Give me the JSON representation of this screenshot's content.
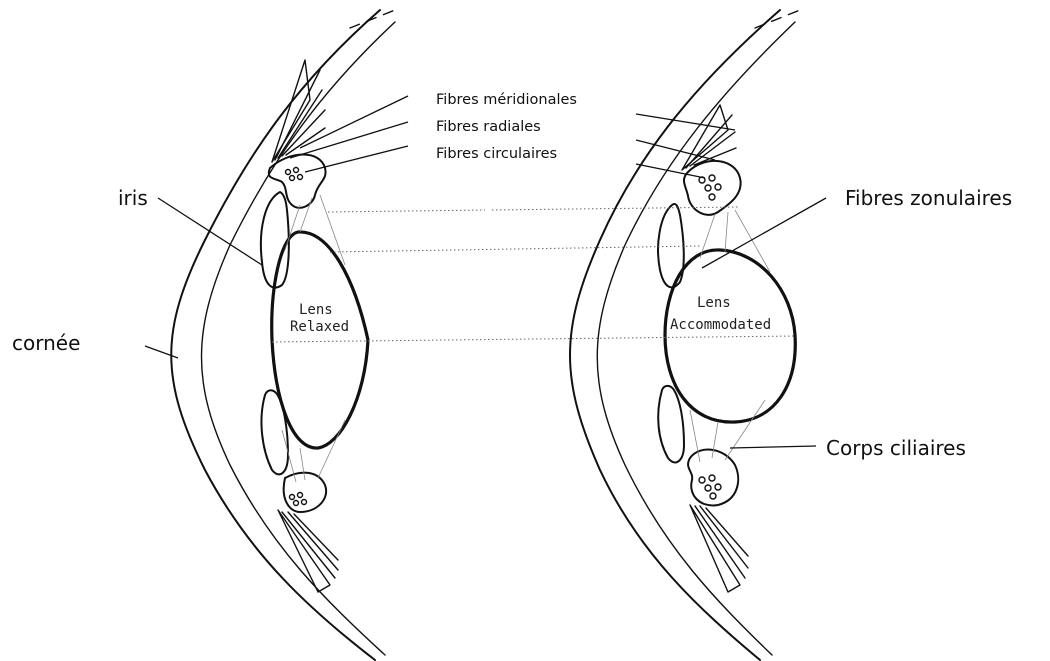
{
  "labels": {
    "fibres_meridionales": "Fibres méridionales",
    "fibres_radiales": "Fibres radiales",
    "fibres_circulaires": "Fibres circulaires",
    "iris": "iris",
    "cornee": "cornée",
    "fibres_zonulaires": "Fibres zonulaires",
    "corps_ciliaires": "Corps ciliaires"
  },
  "lens_left": {
    "line1": "Lens",
    "line2": "Relaxed"
  },
  "lens_right": {
    "line1": "Lens",
    "line2": "Accommodated"
  },
  "colors": {
    "lens_fill": "#c9c9c9",
    "ink": "#111111"
  }
}
